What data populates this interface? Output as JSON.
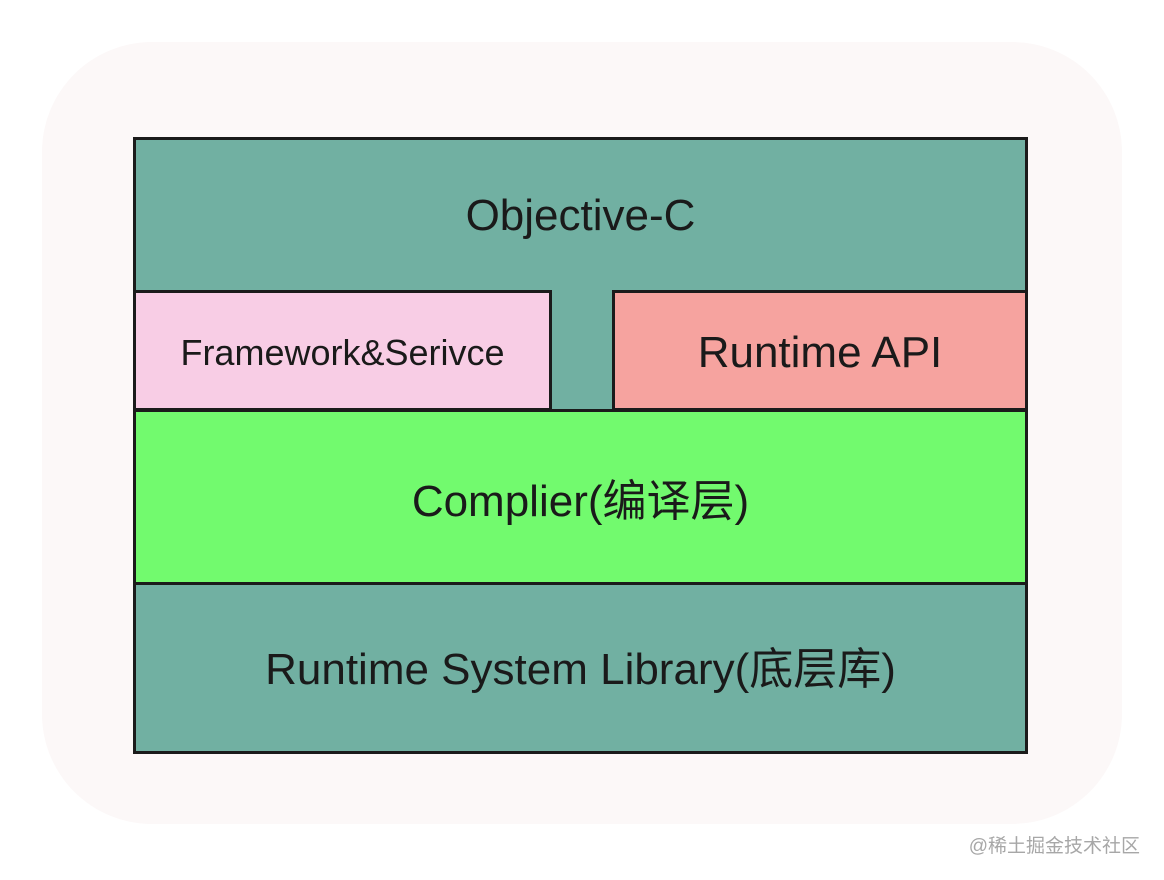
{
  "diagram": {
    "layers": {
      "objective_c": "Objective-C",
      "framework_service": "Framework&Serivce",
      "runtime_api": "Runtime API",
      "compiler": "Complier(编译层)",
      "runtime_system_library": "Runtime System Library(底层库)"
    }
  },
  "watermark": "@稀土掘金技术社区",
  "colors": {
    "teal": "#71b0a2",
    "pink": "#f8cde5",
    "salmon": "#f6a39f",
    "green": "#72fa6e",
    "border": "#1b1b1b"
  }
}
